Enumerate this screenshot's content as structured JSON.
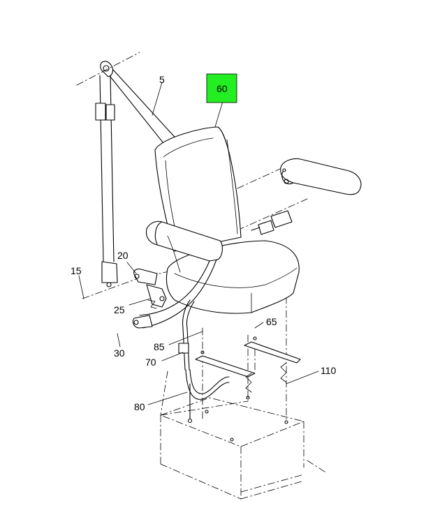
{
  "callouts": {
    "c5": "5",
    "c60": "60",
    "c20": "20",
    "c15": "15",
    "c25": "25",
    "c30": "30",
    "c85": "85",
    "c70": "70",
    "c65": "65",
    "c110": "110",
    "c80": "80"
  },
  "colors": {
    "highlight": "#22ee22",
    "line": "#000000",
    "background": "#ffffff"
  }
}
